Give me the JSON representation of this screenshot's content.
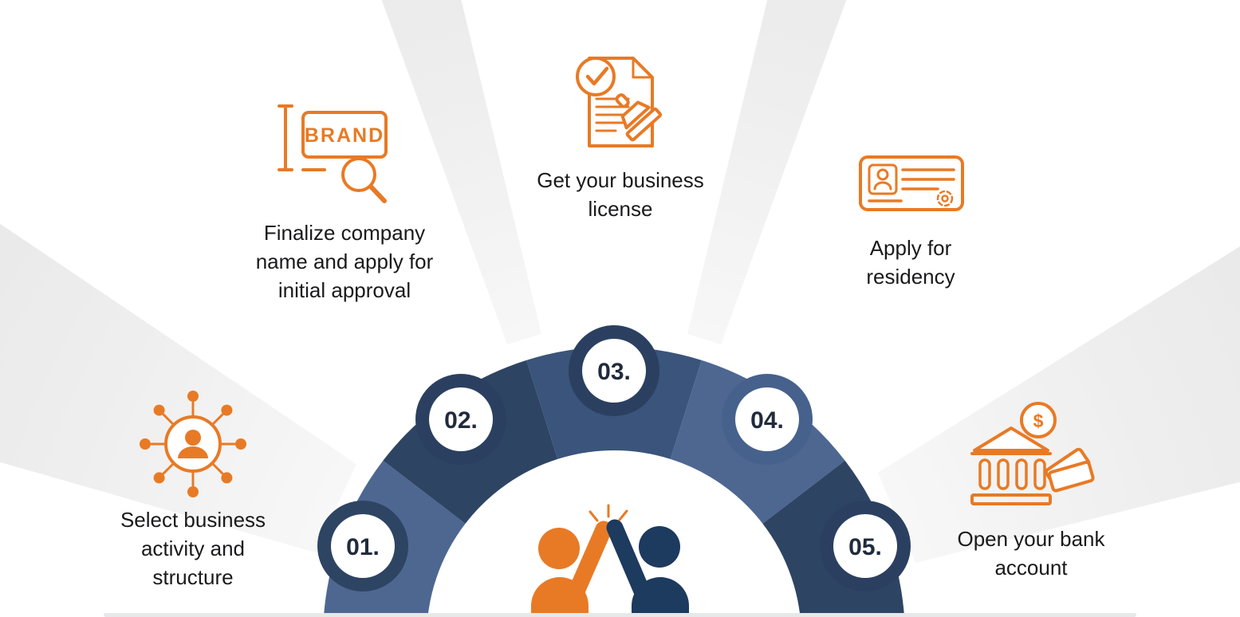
{
  "colors": {
    "orange": "#e87a25",
    "navy": "#1d3a5f",
    "slate": "#4d6791",
    "navy_dark": "#2e4463",
    "navy_mid": "#3a547b",
    "ink": "#1a1a1c"
  },
  "steps": [
    {
      "number": "01.",
      "caption": "Select business\nactivity and\nstructure",
      "icon": "network-people-icon",
      "segment_color": "#4d6791",
      "bump_color": "#2e4463"
    },
    {
      "number": "02.",
      "caption": "Finalize company\nname and apply for\ninitial approval",
      "icon": "brand-search-icon",
      "icon_text": "BRAND",
      "segment_color": "#2e4463",
      "bump_color": "#2b4060"
    },
    {
      "number": "03.",
      "caption": "Get your business\nlicense",
      "icon": "business-license-icon",
      "segment_color": "#3a547b",
      "bump_color": "#2b4060"
    },
    {
      "number": "04.",
      "caption": "Apply for\nresidency",
      "icon": "residency-id-card-icon",
      "segment_color": "#4d6791",
      "bump_color": "#46618c"
    },
    {
      "number": "05.",
      "caption": "Open your bank\naccount",
      "icon": "bank-account-icon",
      "icon_text": "$",
      "segment_color": "#2e4463",
      "bump_color": "#2b4060"
    }
  ],
  "center": {
    "description": "two-people-high-five",
    "left_figure_color": "#e87a25",
    "right_figure_color": "#1d3a5f"
  }
}
